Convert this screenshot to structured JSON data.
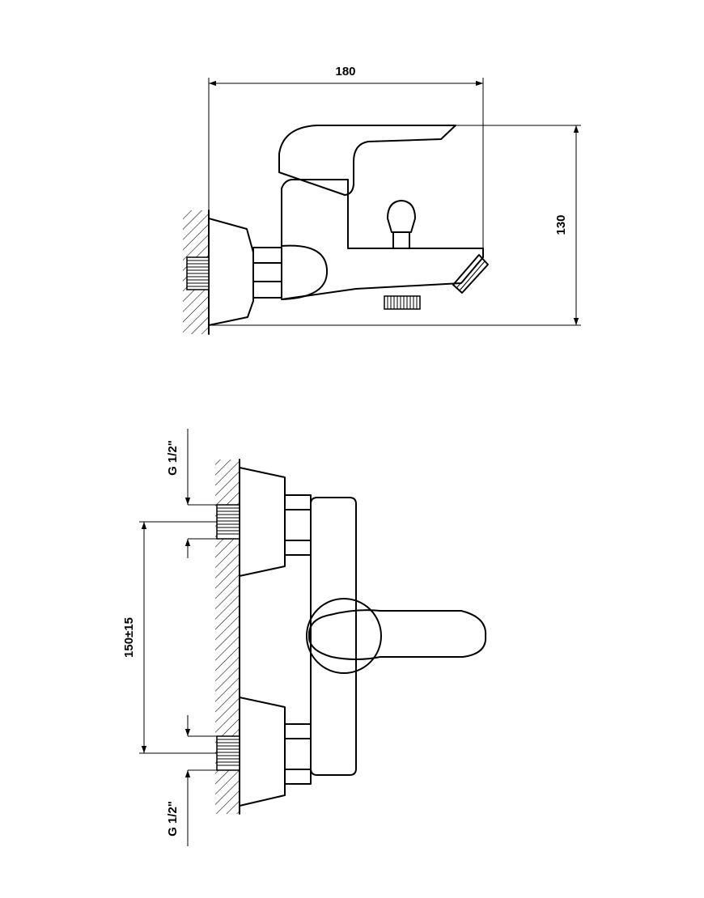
{
  "top_view": {
    "width_dimension": "180",
    "height_dimension": "130"
  },
  "front_view": {
    "inlet_top_label": "G 1/2\"",
    "spacing_dimension": "150±15",
    "inlet_bottom_label": "G 1/2\""
  }
}
